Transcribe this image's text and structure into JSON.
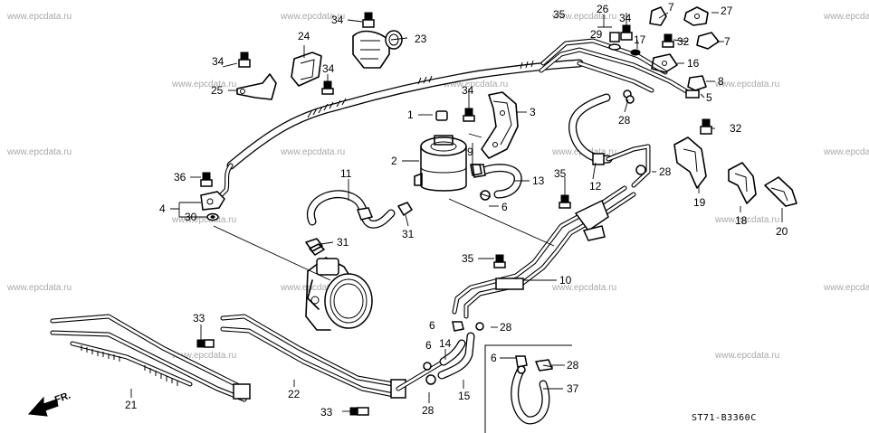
{
  "watermark": "www.epcdata.ru",
  "diagram_code": "ST71-B3360C",
  "direction_label": "FR.",
  "callouts": {
    "c1": "1",
    "c2": "2",
    "c3": "3",
    "c4": "4",
    "c5": "5",
    "c6a": "6",
    "c6b": "6",
    "c6c": "6",
    "c6d": "6",
    "c7a": "7",
    "c7b": "7",
    "c8": "8",
    "c9": "9",
    "c10": "10",
    "c11": "11",
    "c12": "12",
    "c13": "13",
    "c14": "14",
    "c15": "15",
    "c16": "16",
    "c17": "17",
    "c18": "18",
    "c19": "19",
    "c20": "20",
    "c21": "21",
    "c22": "22",
    "c23": "23",
    "c24": "24",
    "c25": "25",
    "c26": "26",
    "c27": "27",
    "c28a": "28",
    "c28b": "28",
    "c28c": "28",
    "c28d": "28",
    "c28e": "28",
    "c29": "29",
    "c30": "30",
    "c31a": "31",
    "c31b": "31",
    "c32a": "32",
    "c32b": "32",
    "c33a": "33",
    "c33b": "33",
    "c34a": "34",
    "c34b": "34",
    "c34c": "34",
    "c34d": "34",
    "c34e": "34",
    "c35a": "35",
    "c35b": "35",
    "c35c": "35",
    "c36": "36",
    "c37": "37"
  }
}
